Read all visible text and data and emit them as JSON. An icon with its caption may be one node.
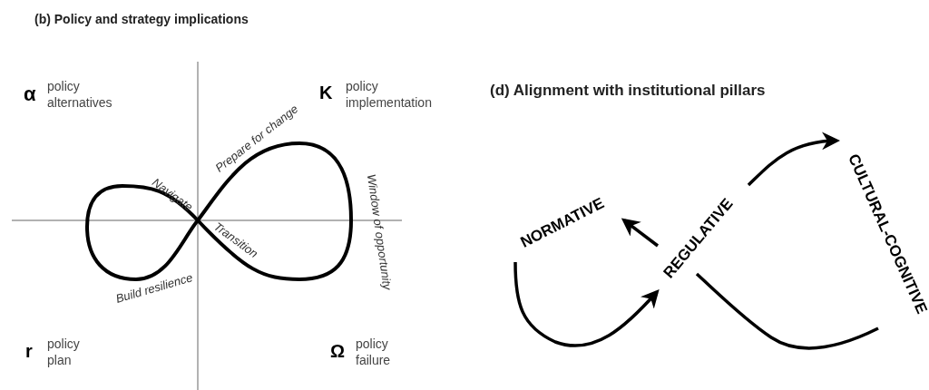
{
  "diagram": {
    "title": "(b) Policy and strategy implications",
    "nodes": [
      {
        "text": [
          "NORMATIVE"
        ]
      },
      {
        "text": [
          "REGULATIVE"
        ]
      },
      {
        "text": [
          "CULTURAL-COGNITIVE"
        ]
      }
    ],
    "edges": [
      {
        "from": 0,
        "to": 1,
        "arrow": "to"
      },
      {
        "from": 1,
        "to": 0,
        "arrow": "to"
      },
      {
        "from": 1,
        "to": 2,
        "arrow": "to"
      },
      {
        "from": 2,
        "to": 1,
        "arrow": "none"
      }
    ],
    "labels": [
      "α",
      "policy alternatives",
      "K",
      "policy implementation",
      "(d) Alignment with institutional pillars",
      "Prepare for change",
      "Navigate",
      "Window of opportunity",
      "Transition",
      "Build resilience",
      "r",
      "policy plan",
      "Ω",
      "policy failure"
    ]
  }
}
